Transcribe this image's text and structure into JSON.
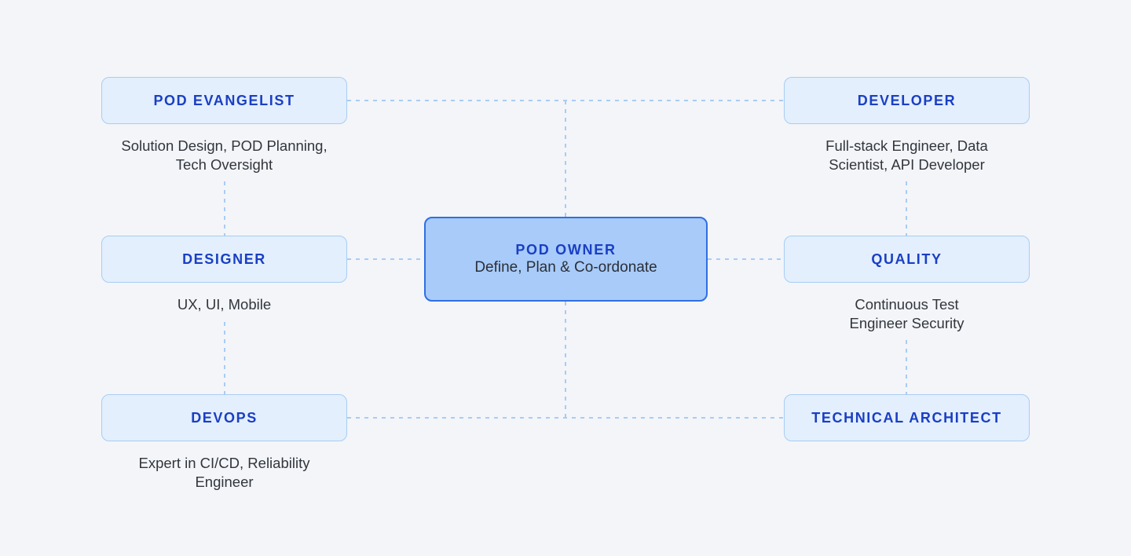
{
  "theme": {
    "background": "#f3f5f9",
    "node_fill": "#e3effd",
    "node_border": "#a8cdf2",
    "center_fill": "#a8cbfa",
    "center_border": "#2f6fe4",
    "title_color": "#1a3fc4",
    "caption_color": "#32363c",
    "connector_color": "#a9ccf4"
  },
  "center": {
    "title": "POD OWNER",
    "subtitle": "Define, Plan & Co-ordonate"
  },
  "nodes": [
    {
      "id": "pod-evangelist",
      "title": "POD EVANGELIST",
      "caption": "Solution Design, POD Planning,\nTech Oversight"
    },
    {
      "id": "designer",
      "title": "DESIGNER",
      "caption": "UX, UI, Mobile"
    },
    {
      "id": "devops",
      "title": "DEVOPS",
      "caption": "Expert in CI/CD, Reliability\nEngineer"
    },
    {
      "id": "developer",
      "title": "DEVELOPER",
      "caption": "Full-stack Engineer, Data\nScientist, API Developer"
    },
    {
      "id": "quality",
      "title": "QUALITY",
      "caption": "Continuous Test\nEngineer Security"
    },
    {
      "id": "technical-architect",
      "title": "TECHNICAL ARCHITECT",
      "caption": ""
    }
  ]
}
